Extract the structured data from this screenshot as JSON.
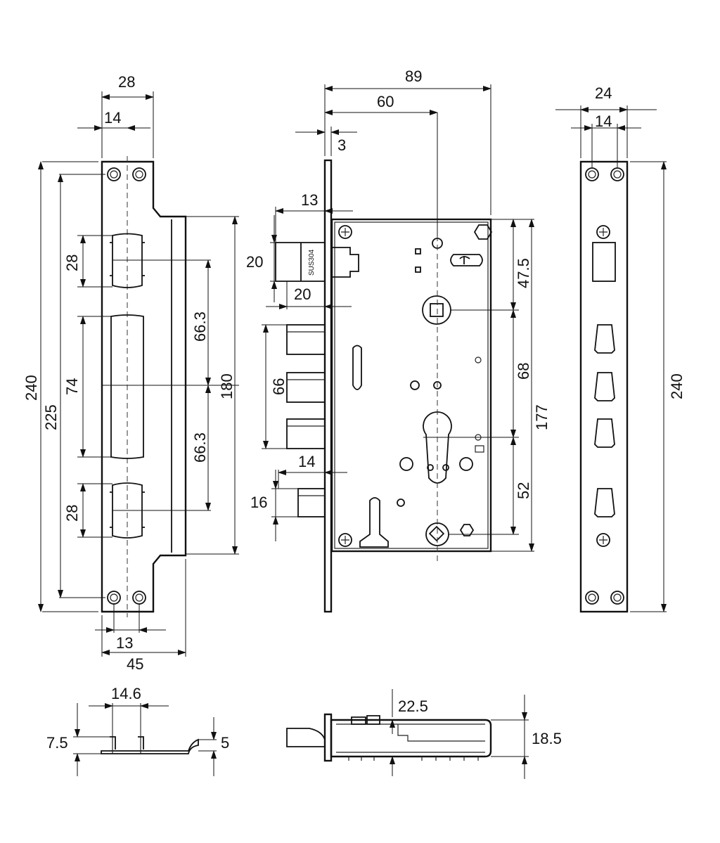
{
  "dimensions": {
    "strike_plate": {
      "width_28": "28",
      "width_14": "14",
      "height_240": "240",
      "height_225": "225",
      "slot_28_top": "28",
      "slot_74": "74",
      "slot_28_bottom": "28",
      "offset_66_3_top": "66.3",
      "offset_66_3_bottom": "66.3",
      "height_180": "180",
      "width_13": "13",
      "width_45": "45"
    },
    "lock_body": {
      "depth_89": "89",
      "backset_60": "60",
      "faceplate_3": "3",
      "latch_13": "13",
      "latch_20_h": "20",
      "latch_20_w": "20",
      "bolts_66": "66",
      "deadbolt_14": "14",
      "deadbolt_16": "16",
      "offset_47_5": "47.5",
      "offset_68": "68",
      "height_177": "177",
      "offset_52": "52",
      "latch_stamp": "SUS304"
    },
    "faceplate": {
      "width_24": "24",
      "width_14": "14",
      "height_240": "240"
    },
    "strike_side": {
      "width_14_6": "14.6",
      "height_7_5": "7.5",
      "height_5": "5"
    },
    "body_side": {
      "depth_22_5": "22.5",
      "height_18_5": "18.5"
    }
  },
  "icons": [
    "arrowhead-icon",
    "screw-icon",
    "bolt-hole-icon"
  ]
}
